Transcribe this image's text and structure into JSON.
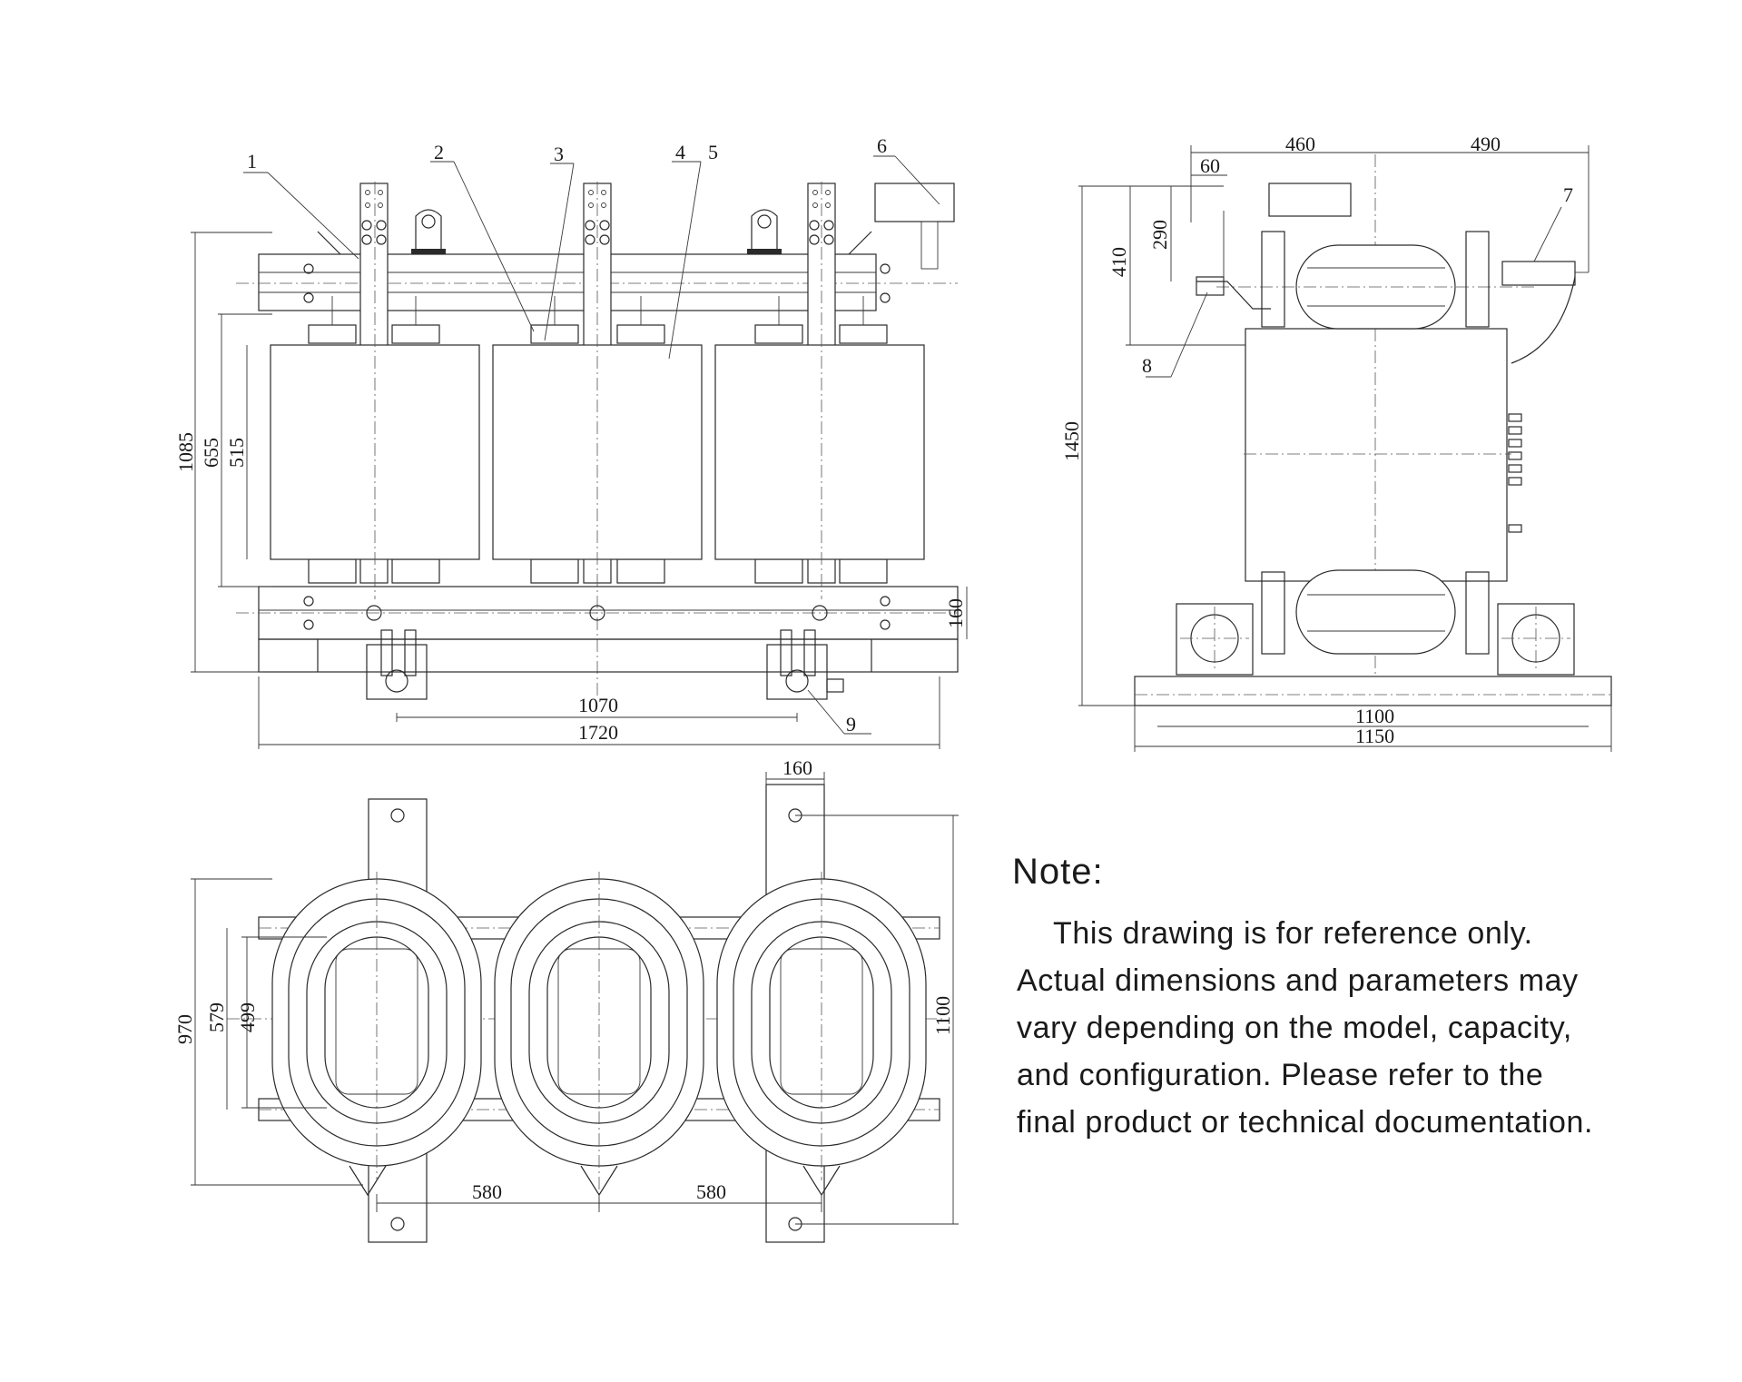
{
  "note": {
    "title": "Note:",
    "body": "This drawing is for reference only. Actual dimensions and parameters may vary depending on the model, capacity, and configuration. Please refer to the final product or technical documentation."
  },
  "front_view": {
    "part_labels": [
      "1",
      "2",
      "3",
      "4",
      "5",
      "6",
      "9"
    ],
    "dim_height_total": "1085",
    "dim_height_mid": "655",
    "dim_height_coil": "515",
    "dim_base": "160",
    "dim_wheel_span": "1070",
    "dim_width": "1720"
  },
  "side_view": {
    "part_labels": [
      "7",
      "8"
    ],
    "dim_top_left": "460",
    "dim_top_right": "490",
    "dim_small": "60",
    "dim_290": "290",
    "dim_410": "410",
    "dim_height": "1450",
    "dim_inner_width": "1100",
    "dim_outer_width": "1150"
  },
  "top_view": {
    "dim_bar": "160",
    "dim_970": "970",
    "dim_579": "579",
    "dim_499": "499",
    "dim_1100": "1100",
    "dim_580_left": "580",
    "dim_580_right": "580"
  },
  "colors": {
    "line": "#2a2a2a",
    "text": "#1a1a1a",
    "background": "#ffffff"
  }
}
